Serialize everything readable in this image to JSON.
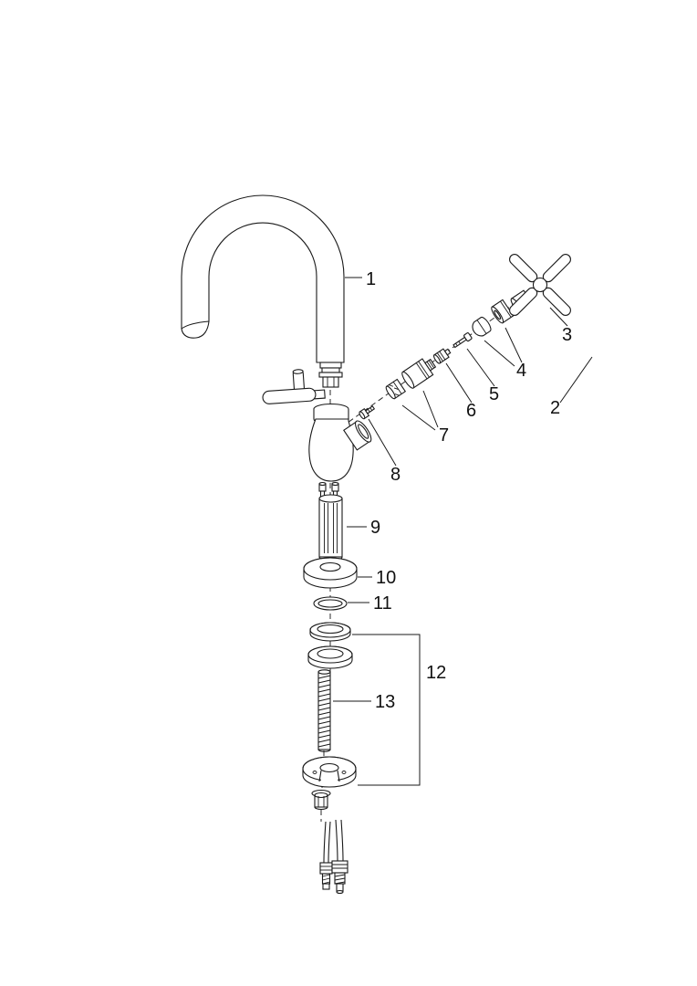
{
  "diagram": {
    "background_color": "#ffffff",
    "line_color": "#1a1a1a",
    "label_color": "#111111",
    "labels": [
      {
        "number": "1"
      },
      {
        "number": "2"
      },
      {
        "number": "3"
      },
      {
        "number": "4"
      },
      {
        "number": "5"
      },
      {
        "number": "6"
      },
      {
        "number": "7"
      },
      {
        "number": "8"
      },
      {
        "number": "9"
      },
      {
        "number": "10"
      },
      {
        "number": "11"
      },
      {
        "number": "12"
      },
      {
        "number": "13"
      }
    ]
  }
}
